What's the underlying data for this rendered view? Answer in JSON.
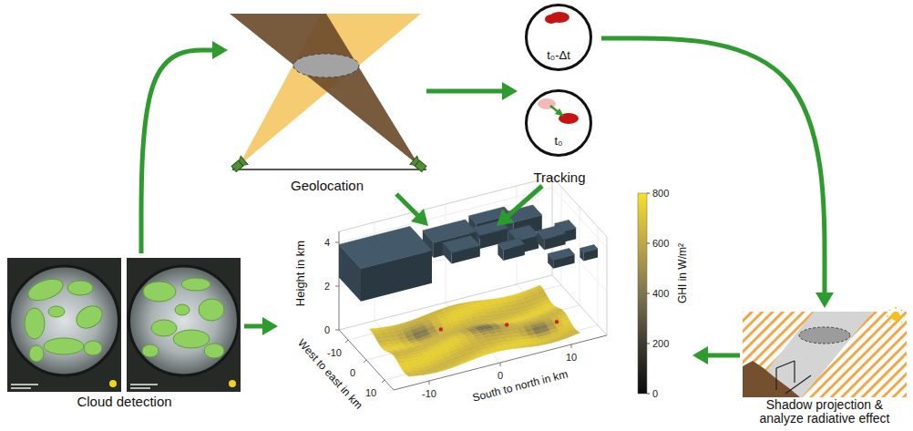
{
  "diagram": {
    "nodes": [
      {
        "text": [
          "Geolocation"
        ]
      },
      {
        "text": [
          "Tracking"
        ]
      },
      {
        "text": [
          "t₀-Δt"
        ],
        "in": 1
      },
      {
        "text": [
          "t₀"
        ],
        "in": 1
      },
      {
        "text": [
          "Cloud detection"
        ]
      },
      {
        "text": [
          "Height in km",
          "West to east in km",
          "South to north in km",
          "GHI in W/m²"
        ]
      },
      {
        "text": [
          "Shadow projection & analyze radiative effect"
        ]
      }
    ],
    "edges": [
      {
        "from": 4,
        "to": 0,
        "arrow": "to"
      },
      {
        "from": 0,
        "to": 1,
        "arrow": "to"
      },
      {
        "from": 1,
        "to": 6,
        "arrow": "to"
      },
      {
        "from": 6,
        "to": 5,
        "arrow": "to"
      },
      {
        "from": 4,
        "to": 5,
        "arrow": "to"
      },
      {
        "from": 0,
        "to": 5,
        "arrow": "to"
      },
      {
        "from": 1,
        "to": 5,
        "arrow": "to"
      }
    ],
    "labels": [
      "4",
      "2",
      "0",
      "-10",
      "0",
      "10",
      "-10",
      "0",
      "10",
      "800",
      "600",
      "400",
      "200",
      "0"
    ]
  }
}
